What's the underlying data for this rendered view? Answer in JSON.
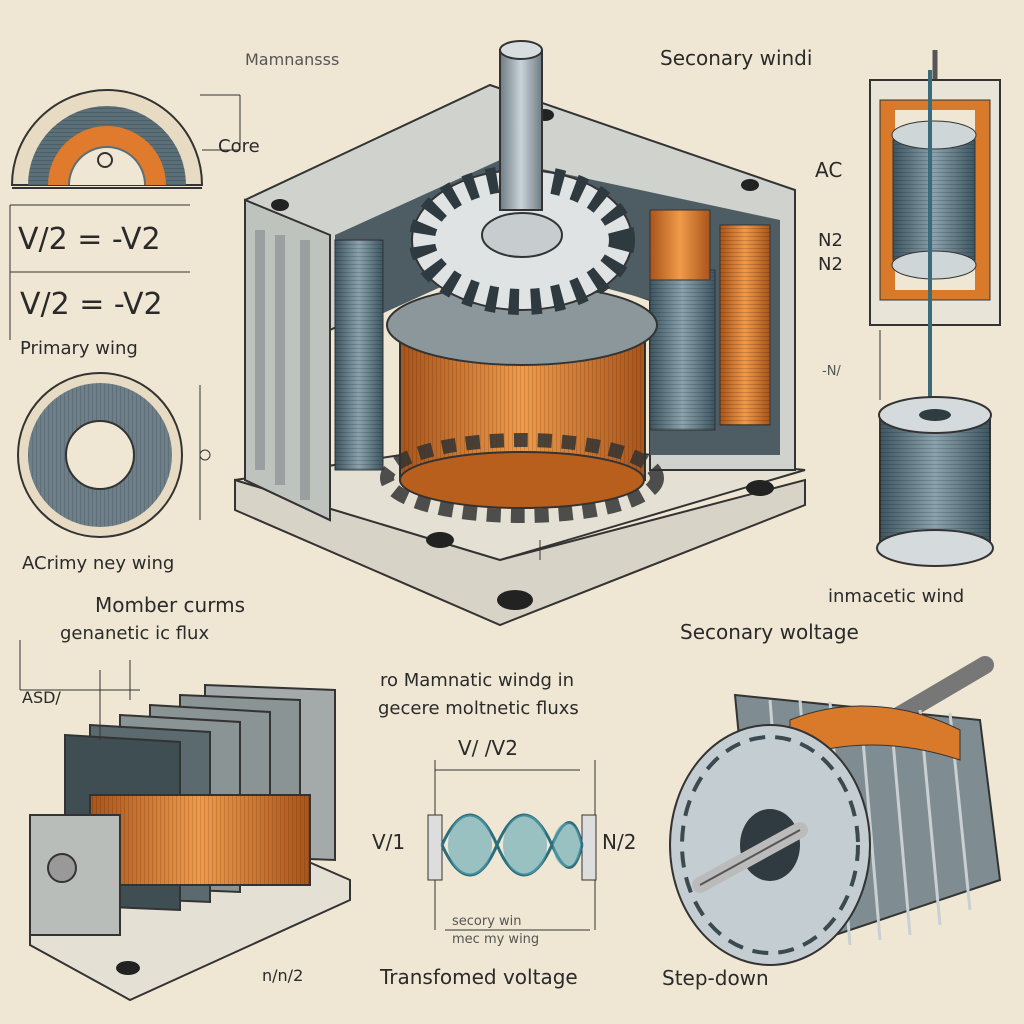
{
  "labels": {
    "top_header": "Mamnansss",
    "core": "Core",
    "eq1": "V/2 = -V2",
    "eq2": "V/2 = -V2",
    "primary_wing": "Primary wing",
    "acrimy_wing": "ACrimy ney wing",
    "secondary_title": "Seconary windi",
    "ac": "AC",
    "n2_a": "N2",
    "n2_b": "N2",
    "n_mark": "-N/",
    "inmacetic": "inmacetic wind",
    "secondary_voltage": "Seconary woltage",
    "member_currents": "Momber curms",
    "genanetic_flux": "genanetic ic flux",
    "asd": "ASD/",
    "mamatic_line1": "ro Mamnatic windg in",
    "mamatic_line2": "gecere moltnetic fluxs",
    "v_ratio": "V/ /V2",
    "v1": "V/1",
    "n2_right": "N/2",
    "secory_win": "secory win",
    "mec_wing": "mec my wing",
    "transformed_voltage": "Transfomed voltage",
    "nn2": "n/n/2",
    "step_down": "Step-down"
  },
  "colors": {
    "paper": "#efe7d3",
    "ink": "#2a2a2a",
    "copper": "#d97a2b",
    "steel": "#8e9ca6",
    "dark_steel": "#37474f",
    "blue_wave": "#5fa9b8"
  },
  "icons": {
    "toroid": "toroid-core-icon",
    "sine_wave": "waveform-icon"
  }
}
